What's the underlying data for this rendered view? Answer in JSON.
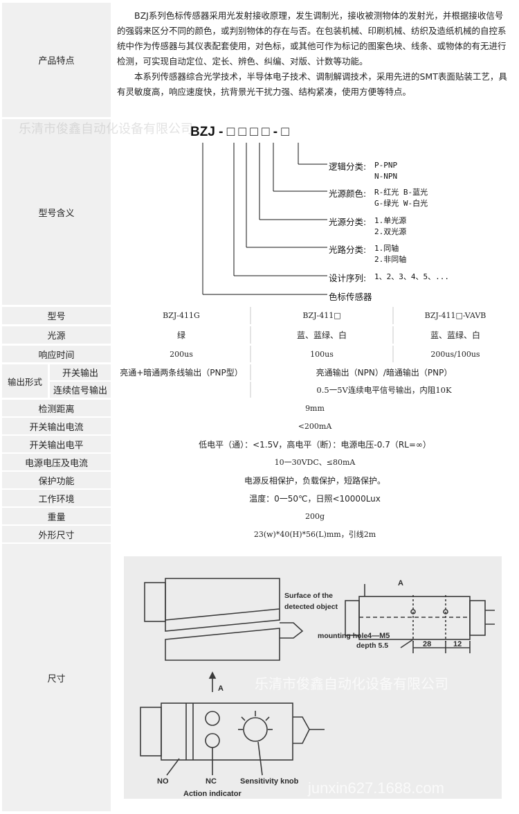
{
  "intro": {
    "label": "产品特点",
    "para1": "BZJ系列色标传感器采用光发射接收原理，发生调制光，接收被测物体的发射光，并根据接收信号的强弱来区分不同的颜色，或判别物体的存在与否。在包装机械、印刷机械、纺织及造纸机械的自控系统中作为传感器与其仪表配套使用，对色标，或其他可作为标记的图案色块、线条、或物体的有无进行检测，可实现自动定位、定长、辨色、纠编、对版、计数等功能。",
    "para2": "本系列传感器综合光学技术，半导体电子技术、调制解调技术，采用先进的SMT表面贴装工艺，具有灵敏度高，响应速度快，抗背景光干扰力强、结构紧凑，使用方便等特点。"
  },
  "watermark_top": "乐清市俊鑫自动化设备有限公司",
  "model": {
    "label": "型号含义",
    "prefix": "BZJ - □ □ □ □ - □",
    "items": [
      {
        "name": "逻辑分类:",
        "opt1": "P-PNP",
        "opt2": "N-NPN"
      },
      {
        "name": "光源颜色:",
        "opt1": "R-红光 B-蓝光",
        "opt2": "G-绿光 W-白光"
      },
      {
        "name": "光源分类:",
        "opt1": "1.单光源",
        "opt2": "2.双光源"
      },
      {
        "name": "光路分类:",
        "opt1": "1.同轴",
        "opt2": "2.非同轴"
      },
      {
        "name": "设计序列:",
        "opt1": "1、2、3、4、5、...",
        "opt2": ""
      },
      {
        "name": "色标传感器",
        "opt1": "",
        "opt2": ""
      }
    ]
  },
  "spec": {
    "model_row": {
      "label": "型号",
      "c1": "BZJ-411G",
      "c2": "BZJ-411□",
      "c3": "BZJ-411□-VAVB"
    },
    "light_row": {
      "label": "光源",
      "c1": "绿",
      "c2": "蓝、蓝绿、白",
      "c3": "蓝、蓝绿、白"
    },
    "resp_row": {
      "label": "响应时间",
      "c1": "200us",
      "c2": "100us",
      "c3": "200us/100us"
    },
    "output": {
      "label": "输出形式",
      "switch_label": "开关输出",
      "switch_c1": "亮通+暗通两条线输出（PNP型）",
      "switch_c2": "亮通输出（NPN）/暗通输出（PNP）",
      "cont_label": "连续信号输出",
      "cont_value": "0.5一5V连续电平信号输出，内阻10K"
    },
    "rows": [
      {
        "label": "检测距离",
        "value": "9mm"
      },
      {
        "label": "开关输出电流",
        "value": "<200mA"
      },
      {
        "label": "开关输出电平",
        "value": "低电平（通）：<1.5V，高电平（断）：电源电压-0.7（RL=∞）"
      },
      {
        "label": "电源电压及电流",
        "value": "10一30VDC、≤80mA"
      },
      {
        "label": "保护功能",
        "value": "电源反相保护，负载保护，短路保护。"
      },
      {
        "label": "工作环境",
        "value": "温度：0一50℃，日照<10000Lux"
      },
      {
        "label": "重量",
        "value": "200g"
      },
      {
        "label": "外形尺寸",
        "value": "23(w)*40(H)*56(L)mm，引线2m"
      }
    ]
  },
  "dimension": {
    "label": "尺寸",
    "a_top": "A",
    "surface1": "Surface of the",
    "surface2": "detected object",
    "mount1": "mounting hole",
    "mount2": "4—M5",
    "depth": "depth 5.5",
    "dim28": "28",
    "dim12": "12",
    "a_arrow": "A",
    "no": "NO",
    "nc": "NC",
    "knob": "Sensitivity knob",
    "indicator": "Action indicator",
    "wm1": "乐清市俊鑫自动化设备有限公司",
    "wm2": "junxin627.1688.com"
  }
}
